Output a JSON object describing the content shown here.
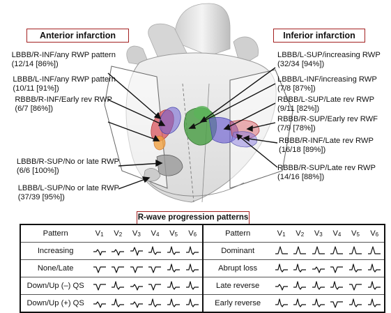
{
  "headers": {
    "anterior": "Anterior infarction",
    "inferior": "Inferior infarction"
  },
  "left_labels": [
    {
      "line1": "LBBB/R-INF/any RWP pattern",
      "line2": "(12/14 [86%])"
    },
    {
      "line1": "LBBB/L-INF/any RWP pattern",
      "line2": "(10/11 [91%])"
    },
    {
      "line1": "RBBB/R-INF/Early rev RWP",
      "line2": "(6/7 [86%])"
    },
    {
      "line1": "LBBB/R-SUP/No or late RWP",
      "line2": "(6/6 [100%])"
    },
    {
      "line1": "LBBB/L-SUP/No or late RWP",
      "line2": "(37/39 [95%])"
    }
  ],
  "right_labels": [
    {
      "line1": "LBBB/L-SUP/increasing RWP",
      "line2": "(32/34 [94%])"
    },
    {
      "line1": "LBBB/L-INF/increasing RWP",
      "line2": "(7/8 [87%])"
    },
    {
      "line1": "RBBB/L-SUP/Late rev RWP",
      "line2": "(9/11 [82%])"
    },
    {
      "line1": "RBBB/R-SUP/Early rev RWF",
      "line2": "(7/9 [78%])"
    },
    {
      "line1": "RBBB/R-INF/Late rev RWP",
      "line2": "(16/18 [89%])"
    },
    {
      "line1": "RBBB/R-SUP/Late rev RWP",
      "line2": "(14/16 [88%])"
    }
  ],
  "patterns_title": "R-wave progression patterns",
  "table": {
    "pattern_header": "Pattern",
    "leads": [
      {
        "letter": "V",
        "num": "1"
      },
      {
        "letter": "V",
        "num": "2"
      },
      {
        "letter": "V",
        "num": "3"
      },
      {
        "letter": "V",
        "num": "4"
      },
      {
        "letter": "V",
        "num": "5"
      },
      {
        "letter": "V",
        "num": "6"
      }
    ],
    "left_rows": [
      "Increasing",
      "None/Late",
      "Down/Up (–) QS",
      "Down/Up (+) QS"
    ],
    "right_rows": [
      "Dominant",
      "Abrupt loss",
      "Late reverse",
      "Early reverse"
    ]
  },
  "colors": {
    "header_border": "#a32020",
    "heart_fill": "#e6e6e6",
    "zone_red": "#d9545e",
    "zone_blue": "#6d5fd3",
    "zone_green": "#4fa04a",
    "zone_orange": "#f0a040",
    "zone_gray": "#9a9a9a"
  }
}
